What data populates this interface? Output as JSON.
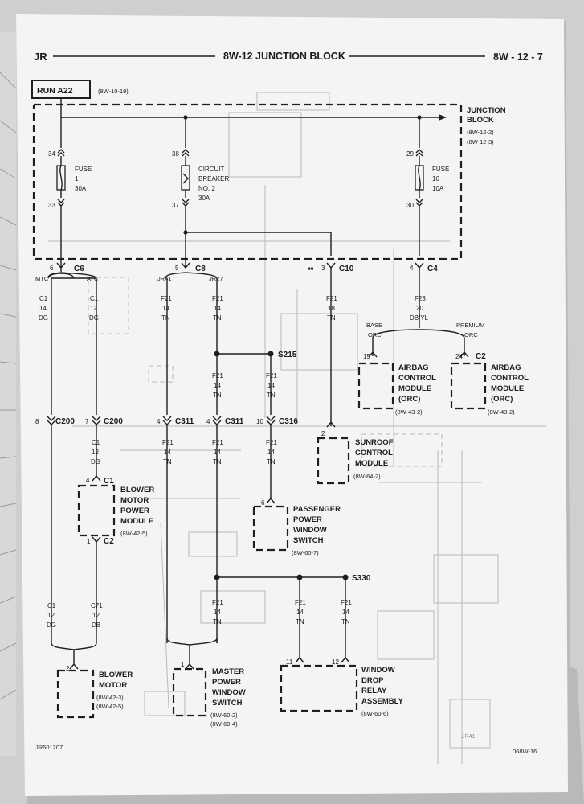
{
  "header": {
    "left": "JR",
    "title": "8W-12 JUNCTION BLOCK",
    "page": "8W - 12 - 7"
  },
  "run": {
    "label": "RUN A22",
    "ref": "(8W-10-19)"
  },
  "junction_block": {
    "name": [
      "JUNCTION",
      "BLOCK"
    ],
    "refs": [
      "(8W-12-2)",
      "(8W-12-3)"
    ]
  },
  "fuse1": {
    "pin_in": "34",
    "pin_out": "33",
    "lines": [
      "FUSE",
      "1",
      "30A"
    ]
  },
  "breaker": {
    "pin_in": "38",
    "pin_out": "37",
    "lines": [
      "CIRCUIT",
      "BREAKER",
      "NO. 2",
      "30A"
    ]
  },
  "fuse16": {
    "pin_in": "29",
    "pin_out": "30",
    "lines": [
      "FUSE",
      "16",
      "10A"
    ]
  },
  "connectors": {
    "c6": {
      "pin": "6",
      "name": "C6",
      "branch_left": "MTC",
      "branch_right": "ATC"
    },
    "c8": {
      "pin": "5",
      "name": "C8",
      "branch_left": "JR41",
      "branch_right": "JR27"
    },
    "c10": {
      "pin": "3",
      "name": "C10",
      "marks": "■■"
    },
    "c4": {
      "pin": "4",
      "name": "C4"
    },
    "c200a": {
      "pin": "8",
      "name": "C200"
    },
    "c200b": {
      "pin": "7",
      "name": "C200"
    },
    "c311a": {
      "pin": "4",
      "name": "C311"
    },
    "c311b": {
      "pin": "4",
      "name": "C311"
    },
    "c316": {
      "pin": "10",
      "name": "C316"
    }
  },
  "wires": {
    "mtc": [
      "C1",
      "14",
      "DG"
    ],
    "atc": [
      "C1",
      "12",
      "DG"
    ],
    "jr41": [
      "F21",
      "14",
      "TN"
    ],
    "jr27": [
      "F21",
      "14",
      "TN"
    ],
    "c10": [
      "F21",
      "18",
      "TN"
    ],
    "c4": [
      "F23",
      "20",
      "DB/YL"
    ],
    "s215_left": [
      "F21",
      "14",
      "TN"
    ],
    "s215_right": [
      "F21",
      "14",
      "TN"
    ],
    "c200b_down": [
      "C1",
      "12",
      "DG"
    ],
    "c311a_down": [
      "F21",
      "14",
      "TN"
    ],
    "c311b_down": [
      "F21",
      "14",
      "TN"
    ],
    "c316_down": [
      "F21",
      "14",
      "TN"
    ],
    "s330_left": [
      "F21",
      "14",
      "TN"
    ],
    "s330_mid": [
      "F21",
      "14",
      "TN"
    ],
    "s330_right": [
      "F21",
      "14",
      "TN"
    ],
    "motor_left": [
      "C1",
      "12",
      "DG"
    ],
    "motor_right": [
      "C71",
      "12",
      "DB"
    ]
  },
  "splices": {
    "s215": "S215",
    "s330": "S330"
  },
  "orc": {
    "base": [
      "BASE",
      "ORC"
    ],
    "premium": [
      "PREMIUM",
      "ORC"
    ]
  },
  "components": {
    "airbag_base": {
      "pin": "15",
      "conn": "",
      "name": [
        "AIRBAG",
        "CONTROL",
        "MODULE",
        "(ORC)"
      ],
      "ref": "(8W-43-2)"
    },
    "airbag_premium": {
      "pin": "24",
      "conn": "C2",
      "name": [
        "AIRBAG",
        "CONTROL",
        "MODULE",
        "(ORC)"
      ],
      "ref": "(8W-43-2)"
    },
    "sunroof": {
      "pin": "2",
      "name": [
        "SUNROOF",
        "CONTROL",
        "MODULE"
      ],
      "ref": "(8W-64-2)"
    },
    "blower_module": {
      "pin_top": "4",
      "conn_top": "C1",
      "pin_bottom": "1",
      "conn_bottom": "C2",
      "name": [
        "BLOWER",
        "MOTOR",
        "POWER",
        "MODULE"
      ],
      "ref": "(8W-42-5)"
    },
    "passenger_switch": {
      "pin": "6",
      "name": [
        "PASSENGER",
        "POWER",
        "WINDOW",
        "SWITCH"
      ],
      "ref": "(8W-60-7)"
    },
    "blower_motor": {
      "pin": "2",
      "name": [
        "BLOWER",
        "MOTOR"
      ],
      "refs": [
        "(8W-42-3)",
        "(8W-42-5)"
      ]
    },
    "master_switch": {
      "pin": "1",
      "name": [
        "MASTER",
        "POWER",
        "WINDOW",
        "SWITCH"
      ],
      "refs": [
        "(8W-60-2)",
        "(8W-60-4)"
      ]
    },
    "relay": {
      "pin_a": "11",
      "pin_b": "12",
      "name": [
        "WINDOW",
        "DROP",
        "RELAY",
        "ASSEMBLY"
      ],
      "ref": "(8W-60-6)"
    }
  },
  "footer": {
    "left": "JR601207",
    "right": "068W-16",
    "ghost_jr41": "JR41"
  }
}
